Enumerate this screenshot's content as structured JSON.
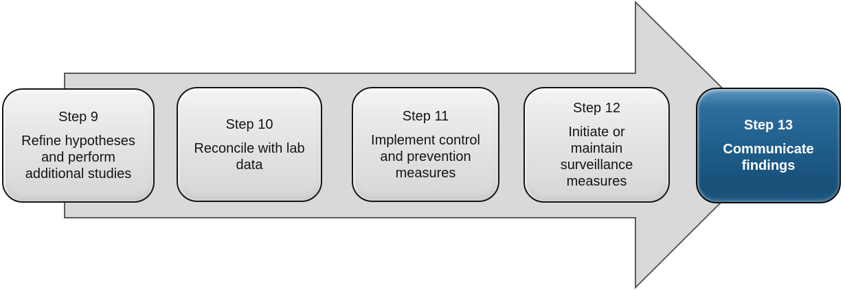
{
  "diagram": {
    "name": "process-steps-arrow",
    "direction": "right",
    "colors": {
      "arrow_fill": "#d9d9d9",
      "arrow_border": "#595959",
      "step_box_fill": "#e3e3e3",
      "step_box_border": "#141414",
      "step_text": "#141414",
      "highlight_fill": "#1e5c88",
      "highlight_text": "#ffffff"
    }
  },
  "steps": [
    {
      "title": "Step 9",
      "description": "Refine hypotheses\nand perform\nadditional studies",
      "highlighted": false
    },
    {
      "title": "Step 10",
      "description": "Reconcile with lab\ndata",
      "highlighted": false
    },
    {
      "title": "Step 11",
      "description": "Implement control\nand prevention\nmeasures",
      "highlighted": false
    },
    {
      "title": "Step 12",
      "description": "Initiate or\nmaintain\nsurveillance\nmeasures",
      "highlighted": false
    },
    {
      "title": "Step 13",
      "description": "Communicate\nfindings",
      "highlighted": true
    }
  ]
}
